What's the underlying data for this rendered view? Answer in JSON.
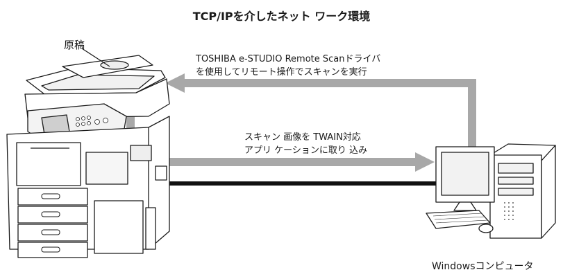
{
  "title": "TCP/IPを介したネット ワーク環境",
  "original_label": "原稿",
  "remote_scan": {
    "line1": "TOSHIBA e-STUDIO Remote Scanドライバ",
    "line2": "を使用してリモート操作でスキャンを実行"
  },
  "image_import": {
    "line1": "スキャン 画像を TWAIN対応",
    "line2": "アプリ ケーションに取り 込み"
  },
  "computer_label": "Windowsコンピュータ",
  "colors": {
    "arrow": "#a8a8a8",
    "network_cable": "#111111",
    "outline": "#1a1a1a"
  }
}
